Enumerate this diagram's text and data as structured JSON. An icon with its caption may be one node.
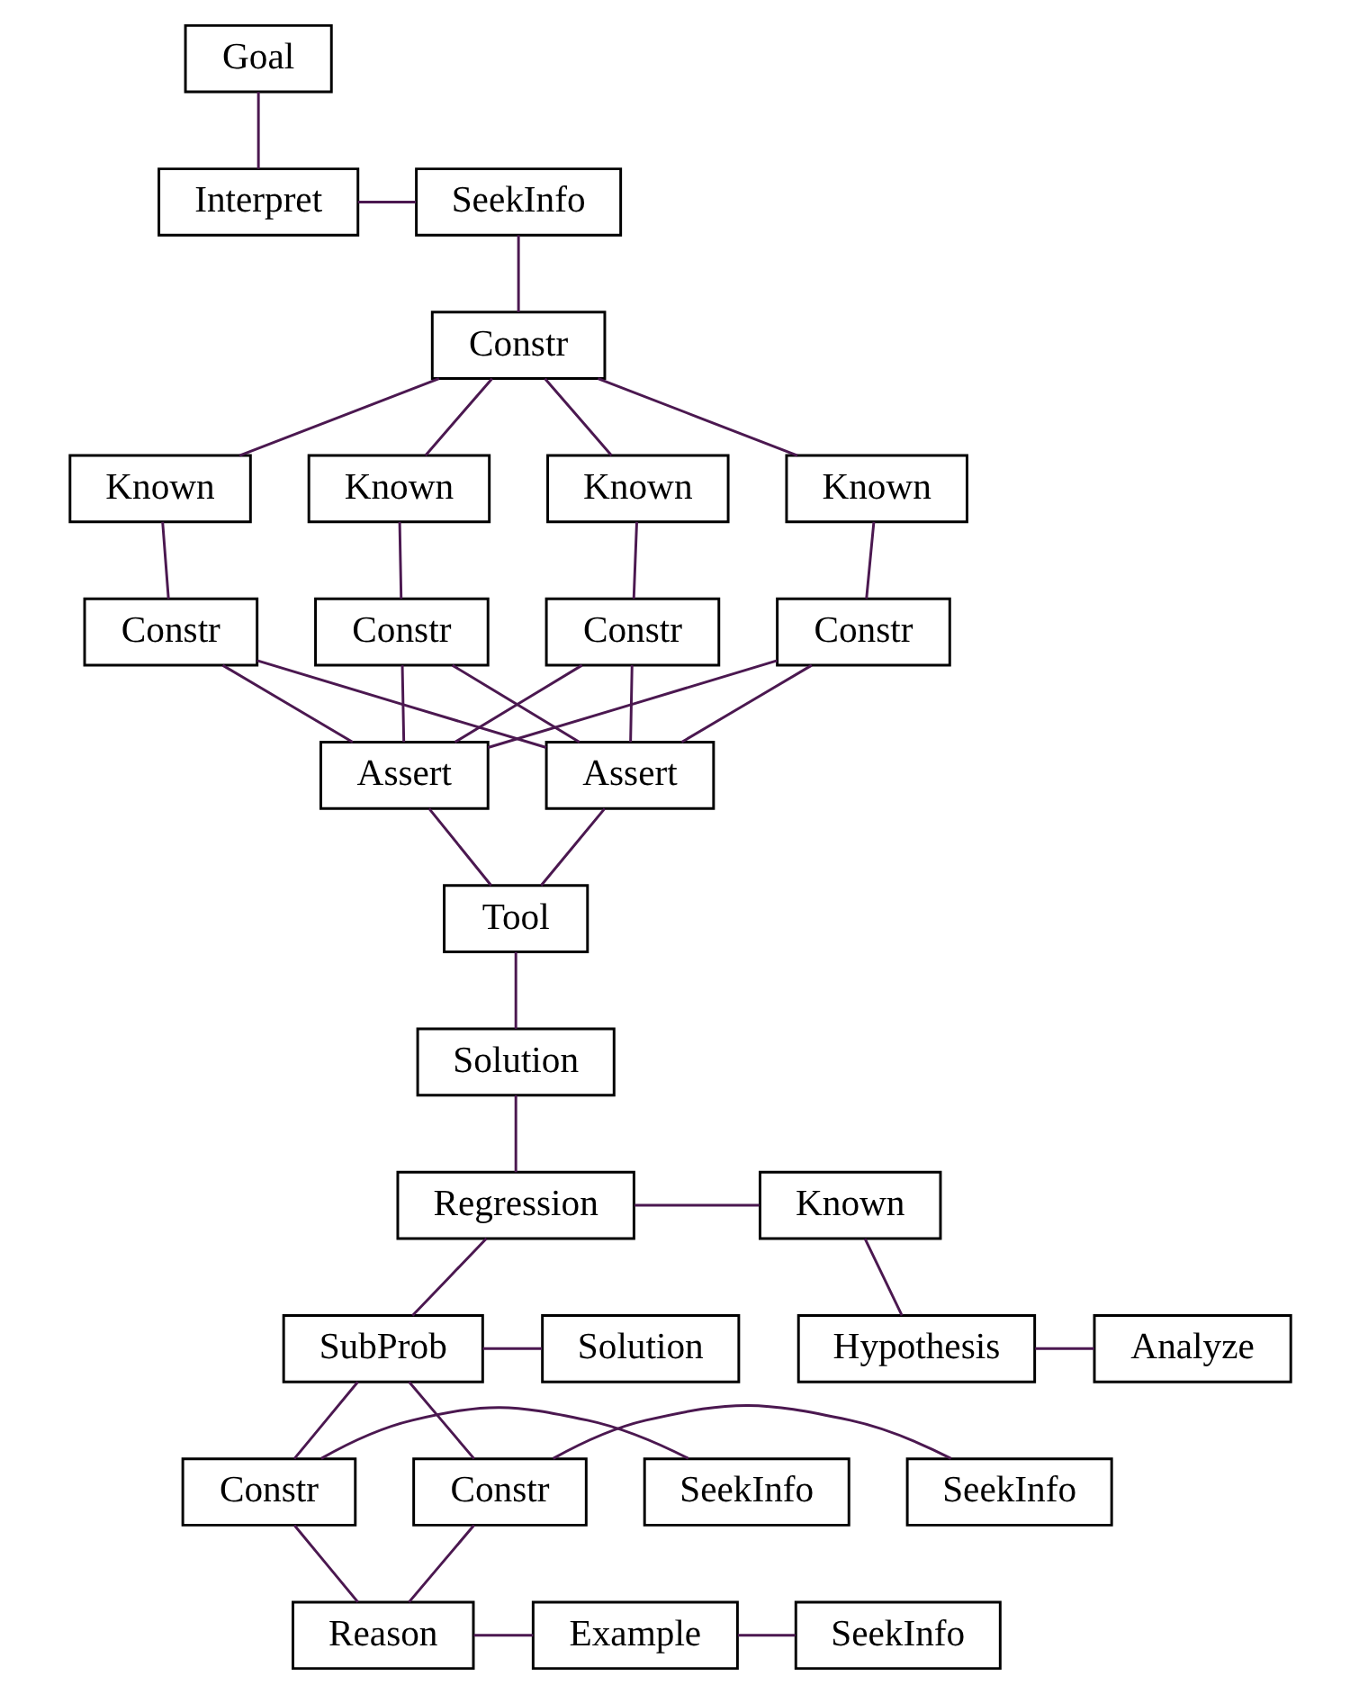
{
  "diagram": {
    "nodes": [
      {
        "text": [
          "Goal"
        ]
      },
      {
        "text": [
          "Interpret"
        ]
      },
      {
        "text": [
          "SeekInfo"
        ]
      },
      {
        "text": [
          "Constr"
        ]
      },
      {
        "text": [
          "Known"
        ]
      },
      {
        "text": [
          "Known"
        ]
      },
      {
        "text": [
          "Known"
        ]
      },
      {
        "text": [
          "Known"
        ]
      },
      {
        "text": [
          "Constr"
        ]
      },
      {
        "text": [
          "Constr"
        ]
      },
      {
        "text": [
          "Constr"
        ]
      },
      {
        "text": [
          "Constr"
        ]
      },
      {
        "text": [
          "Assert"
        ]
      },
      {
        "text": [
          "Assert"
        ]
      },
      {
        "text": [
          "Tool"
        ]
      },
      {
        "text": [
          "Solution"
        ]
      },
      {
        "text": [
          "Regression"
        ]
      },
      {
        "text": [
          "Known"
        ]
      },
      {
        "text": [
          "Hypothesis"
        ]
      },
      {
        "text": [
          "Analyze"
        ]
      },
      {
        "text": [
          "SubProb"
        ]
      },
      {
        "text": [
          "Solution"
        ]
      },
      {
        "text": [
          "SeekInfo"
        ]
      },
      {
        "text": [
          "Constr"
        ]
      },
      {
        "text": [
          "Constr"
        ]
      },
      {
        "text": [
          "SeekInfo"
        ]
      },
      {
        "text": [
          "Reason"
        ]
      },
      {
        "text": [
          "Example"
        ]
      },
      {
        "text": [
          "SeekInfo"
        ]
      }
    ],
    "edges": [
      {
        "from": 0,
        "to": 1,
        "arrow": "none"
      },
      {
        "from": 1,
        "to": 2,
        "arrow": "none"
      },
      {
        "from": 2,
        "to": 3,
        "arrow": "none"
      },
      {
        "from": 3,
        "to": 4,
        "arrow": "none"
      },
      {
        "from": 3,
        "to": 5,
        "arrow": "none"
      },
      {
        "from": 3,
        "to": 6,
        "arrow": "none"
      },
      {
        "from": 3,
        "to": 7,
        "arrow": "none"
      },
      {
        "from": 4,
        "to": 8,
        "arrow": "none"
      },
      {
        "from": 5,
        "to": 9,
        "arrow": "none"
      },
      {
        "from": 6,
        "to": 10,
        "arrow": "none"
      },
      {
        "from": 7,
        "to": 11,
        "arrow": "none"
      },
      {
        "from": 8,
        "to": 12,
        "arrow": "none"
      },
      {
        "from": 8,
        "to": 13,
        "arrow": "none"
      },
      {
        "from": 9,
        "to": 12,
        "arrow": "none"
      },
      {
        "from": 9,
        "to": 13,
        "arrow": "none"
      },
      {
        "from": 10,
        "to": 12,
        "arrow": "none"
      },
      {
        "from": 10,
        "to": 13,
        "arrow": "none"
      },
      {
        "from": 11,
        "to": 12,
        "arrow": "none"
      },
      {
        "from": 11,
        "to": 13,
        "arrow": "none"
      },
      {
        "from": 12,
        "to": 14,
        "arrow": "none"
      },
      {
        "from": 13,
        "to": 14,
        "arrow": "none"
      },
      {
        "from": 14,
        "to": 15,
        "arrow": "none"
      },
      {
        "from": 15,
        "to": 16,
        "arrow": "none"
      },
      {
        "from": 16,
        "to": 17,
        "arrow": "none"
      },
      {
        "from": 17,
        "to": 18,
        "arrow": "none"
      },
      {
        "from": 18,
        "to": 19,
        "arrow": "none"
      },
      {
        "from": 16,
        "to": 20,
        "arrow": "none"
      },
      {
        "from": 20,
        "to": 21,
        "arrow": "none"
      },
      {
        "from": 20,
        "to": 23,
        "arrow": "none"
      },
      {
        "from": 20,
        "to": 24,
        "arrow": "none"
      },
      {
        "from": 22,
        "to": 23,
        "arrow": "none"
      },
      {
        "from": 24,
        "to": 25,
        "arrow": "none"
      },
      {
        "from": 23,
        "to": 26,
        "arrow": "none"
      },
      {
        "from": 24,
        "to": 26,
        "arrow": "none"
      },
      {
        "from": 26,
        "to": 27,
        "arrow": "none"
      },
      {
        "from": 27,
        "to": 28,
        "arrow": "none"
      }
    ]
  }
}
